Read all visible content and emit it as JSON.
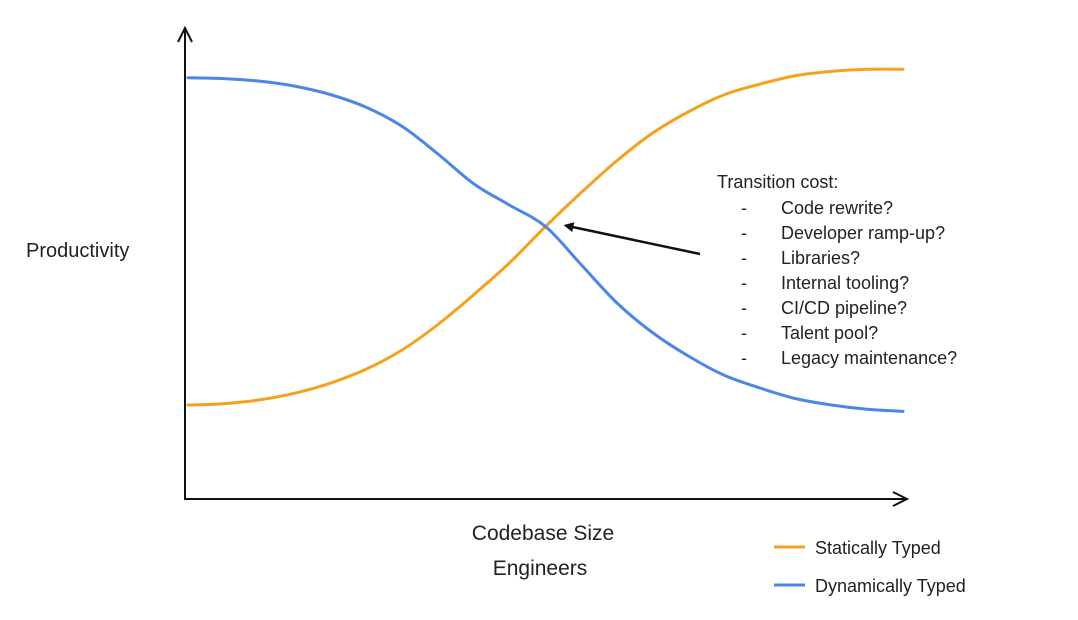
{
  "chart_data": {
    "type": "line",
    "title": "",
    "ylabel": "Productivity",
    "xlabel": [
      "Codebase Size",
      "Engineers"
    ],
    "xlim": [
      0,
      1
    ],
    "ylim": [
      0,
      1
    ],
    "grid": false,
    "axes_tick_labels": false,
    "legend": {
      "placement": "bottom-right"
    },
    "series": [
      {
        "name": "Statically Typed",
        "color": "#F5A11D",
        "x": [
          0,
          0.05,
          0.1,
          0.15,
          0.2,
          0.25,
          0.3,
          0.35,
          0.4,
          0.45,
          0.5,
          0.55,
          0.6,
          0.65,
          0.7,
          0.75,
          0.8,
          0.85,
          0.9,
          0.95,
          1.0
        ],
        "y": [
          0.2,
          0.203,
          0.212,
          0.228,
          0.252,
          0.285,
          0.33,
          0.39,
          0.46,
          0.535,
          0.62,
          0.7,
          0.775,
          0.84,
          0.89,
          0.93,
          0.955,
          0.975,
          0.985,
          0.99,
          0.99
        ]
      },
      {
        "name": "Dynamically Typed",
        "color": "#4C86E8",
        "x": [
          0,
          0.05,
          0.1,
          0.15,
          0.2,
          0.25,
          0.3,
          0.35,
          0.4,
          0.45,
          0.5,
          0.55,
          0.6,
          0.65,
          0.7,
          0.75,
          0.8,
          0.85,
          0.9,
          0.95,
          1.0
        ],
        "y": [
          0.97,
          0.968,
          0.962,
          0.95,
          0.93,
          0.9,
          0.855,
          0.79,
          0.72,
          0.67,
          0.62,
          0.53,
          0.44,
          0.37,
          0.315,
          0.27,
          0.24,
          0.215,
          0.2,
          0.19,
          0.185
        ]
      }
    ],
    "annotation": {
      "title": "Transition cost:",
      "bullet": "-",
      "items": [
        "Code rewrite?",
        "Developer ramp-up?",
        "Libraries?",
        "Internal tooling?",
        "CI/CD pipeline?",
        "Talent pool?",
        "Legacy maintenance?"
      ],
      "arrow_target": {
        "x": 0.5,
        "y": 0.62
      }
    }
  }
}
